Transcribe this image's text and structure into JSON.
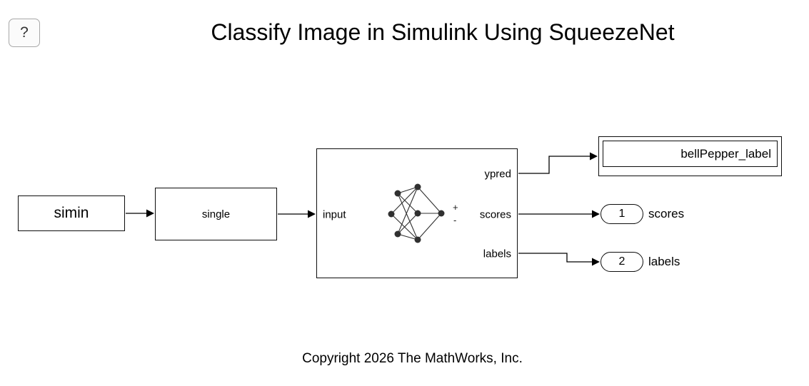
{
  "header": {
    "help_label": "?",
    "title": "Classify Image in Simulink Using SqueezeNet"
  },
  "blocks": {
    "simin": {
      "label": "simin"
    },
    "convert": {
      "label": "single"
    },
    "predict": {
      "input_port": "input",
      "output_ports": [
        "ypred",
        "scores",
        "labels"
      ],
      "plus": "+",
      "minus": "-"
    },
    "display": {
      "value": "bellPepper_label"
    },
    "outport_scores": {
      "number": "1",
      "label": "scores"
    },
    "outport_labels": {
      "number": "2",
      "label": "labels"
    }
  },
  "footer": {
    "copyright": "Copyright 2026 The MathWorks, Inc."
  },
  "colors": {
    "background": "#ffffff",
    "block_border": "#0d0d0d",
    "wire": "#000000"
  }
}
